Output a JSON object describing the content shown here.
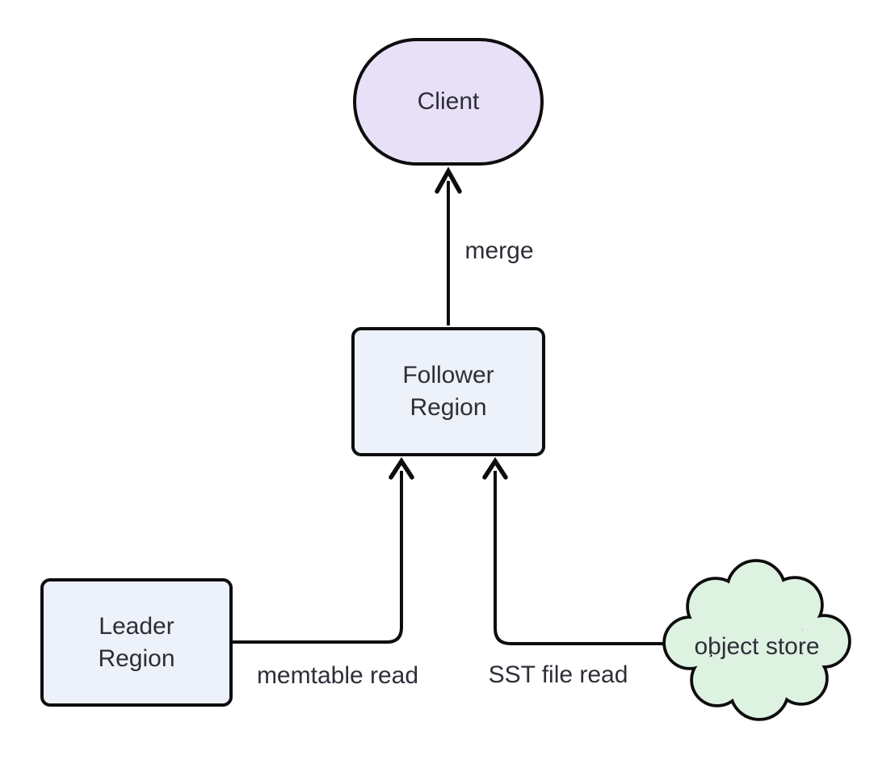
{
  "diagram": {
    "type": "flowchart",
    "colors": {
      "background": "#ffffff",
      "stroke": "#0d0d0d",
      "text": "#2e2e38"
    },
    "nodes": [
      {
        "id": "client",
        "label": "Client",
        "shape": "stadium",
        "fill": "#e7e0f7"
      },
      {
        "id": "follower-region",
        "label": "Follower Region",
        "label_lines": [
          "Follower",
          "Region"
        ],
        "shape": "rounded-rectangle",
        "fill": "#edf1f9"
      },
      {
        "id": "leader-region",
        "label": "Leader Region",
        "label_lines": [
          "Leader",
          "Region"
        ],
        "shape": "rounded-rectangle",
        "fill": "#edf1f9"
      },
      {
        "id": "object-store",
        "label": "object store",
        "shape": "cloud",
        "fill": "#def2e2"
      }
    ],
    "edges": [
      {
        "from": "follower-region",
        "to": "client",
        "label": "merge"
      },
      {
        "from": "leader-region",
        "to": "follower-region",
        "label": "memtable read"
      },
      {
        "from": "object-store",
        "to": "follower-region",
        "label": "SST file read"
      }
    ]
  }
}
